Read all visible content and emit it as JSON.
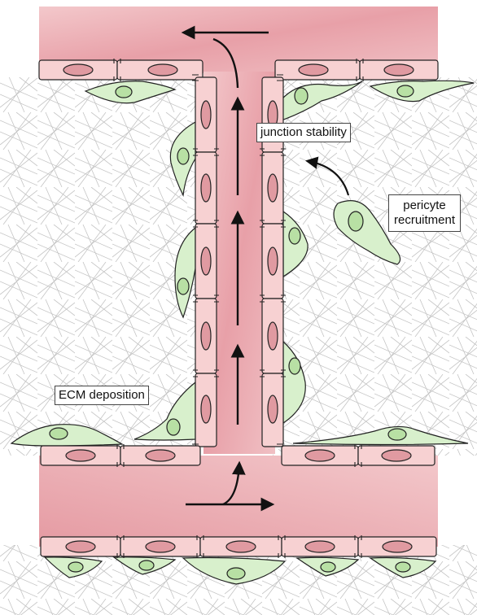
{
  "labels": {
    "junction_stability": "junction stability",
    "pericyte_line1": "pericyte",
    "pericyte_line2": "recruitment",
    "ecm_deposition": "ECM deposition"
  },
  "colors": {
    "lumen": "#e9a3aa",
    "lumen_light": "#f3c8cb",
    "endothelial_fill": "#f7d1d2",
    "nucleus_fill": "#e09aa1",
    "pericyte_fill": "#d8f0cc",
    "pericyte_nucleus": "#b8e0a4",
    "outline": "#222222",
    "ecm_lines": "#bbbbbb"
  },
  "icons": [
    "flow-arrow-icon",
    "recruitment-arrow-icon"
  ]
}
